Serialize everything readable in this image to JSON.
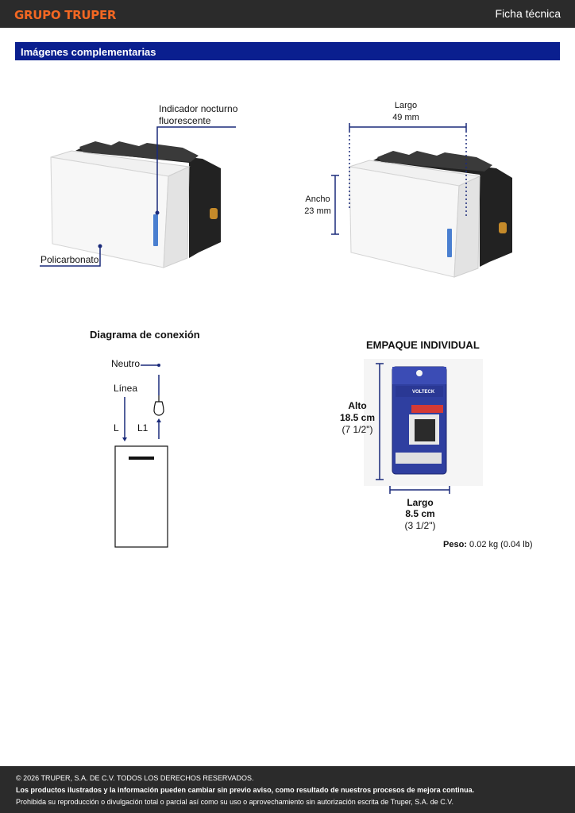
{
  "header": {
    "brand": "GRUPO TRUPER",
    "doc_type": "Ficha técnica"
  },
  "section": {
    "title": "Imágenes complementarias"
  },
  "product_view": {
    "night_indicator": [
      "Indicador nocturno",
      "fluorescente"
    ],
    "material": "Policarbonato"
  },
  "dimensions_view": {
    "length_label": "Largo",
    "length_value": "49 mm",
    "width_label": "Ancho",
    "width_value": "23 mm"
  },
  "wiring": {
    "title": "Diagrama de conexión",
    "neutral": "Neutro",
    "line": "Línea",
    "terminal_l": "L",
    "terminal_l1": "L1"
  },
  "packaging": {
    "title": "EMPAQUE INDIVIDUAL",
    "height_label": "Alto",
    "height_cm": "18.5 cm",
    "height_in": "(7 1/2\")",
    "length_label": "Largo",
    "length_cm": "8.5 cm",
    "length_in": "(3 1/2\")",
    "brand_on_pack": "VOLTECK",
    "weight_label": "Peso:",
    "weight_value": "0.02 kg (0.04 lb)"
  },
  "footer": {
    "copyright": "© 2026 TRUPER, S.A. DE C.V. TODOS LOS DERECHOS RESERVADOS.",
    "notice": "Los productos ilustrados y la información pueden cambiar sin previo aviso, como resultado de nuestros procesos de mejora continua.",
    "prohibition": "Prohibida su reproducción o divulgación total o parcial así como su uso o aprovechamiento sin autorización escrita de Truper, S.A. de C.V."
  },
  "colors": {
    "accent": "#f26722",
    "section_bar": "#0a1f8f",
    "dimension_line": "#1a2a7a",
    "dark_bar": "#2b2b2b",
    "indicator": "#4a7fd0"
  }
}
